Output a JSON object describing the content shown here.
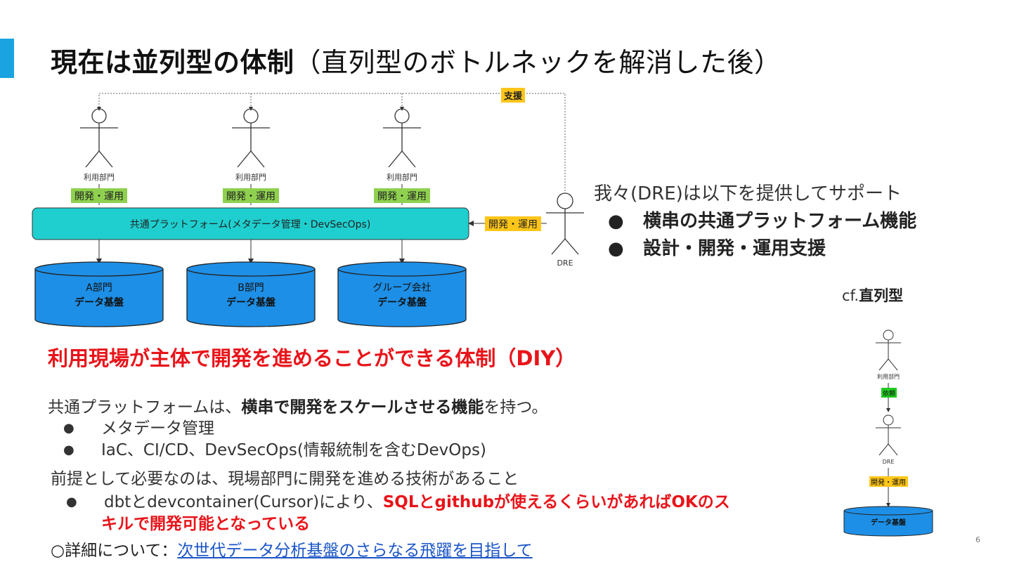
{
  "title": {
    "main": "現在は並列型の体制",
    "sub": "（直列型のボトルネックを解消した後）"
  },
  "diagram": {
    "support_label": "支援",
    "user_label": "利用部門",
    "dev_ops_label": "開発・運用",
    "platform_label": "共通プラットフォーム(メタデータ管理・DevSecOps)",
    "dre_label": "DRE",
    "stores": [
      {
        "dept": "A部門",
        "name": "データ基盤"
      },
      {
        "dept": "B部門",
        "name": "データ基盤"
      },
      {
        "dept": "グループ会社",
        "name": "データ基盤"
      }
    ]
  },
  "support_box": {
    "header": "我々(DRE)は以下を提供してサポート",
    "bullets": [
      "横串の共通プラットフォーム機能",
      "設計・開発・運用支援"
    ]
  },
  "cf": {
    "prefix": "cf.",
    "label": "直列型",
    "user_label": "利用部門",
    "request_label": "依頼",
    "dre_label": "DRE",
    "dev_ops_label": "開発・運用",
    "store_label": "データ基盤"
  },
  "diy_heading": "利用現場が主体で開発を進めることができる体制（DIY）",
  "platform_desc": {
    "prefix": "共通プラットフォームは、",
    "bold": "横串で開発をスケールさせる機能",
    "suffix": "を持つ。",
    "bullets": [
      "メタデータ管理",
      "IaC、CI/CD、DevSecOps(情報統制を含むDevOps)"
    ]
  },
  "premise": {
    "text": "前提として必要なのは、現場部門に開発を進める技術があること",
    "bullet_prefix": "dbtとdevcontainer(Cursor)により、",
    "bullet_red_line1": "SQLとgithubが使えるくらいがあればOKのス",
    "bullet_red_line2": "キルで開発可能となっている"
  },
  "details": {
    "prefix": "○詳細について：",
    "link_text": "次世代データ分析基盤のさらなる飛躍を目指して"
  },
  "page_number": "6",
  "colors": {
    "accent": "#1aa3e0",
    "platform": "#1fcfcf",
    "store": "#1e8fe6",
    "label_green": "#8fd14f",
    "label_yellow": "#ffc61a",
    "red": "#e8141a",
    "link": "#1a55c7"
  }
}
